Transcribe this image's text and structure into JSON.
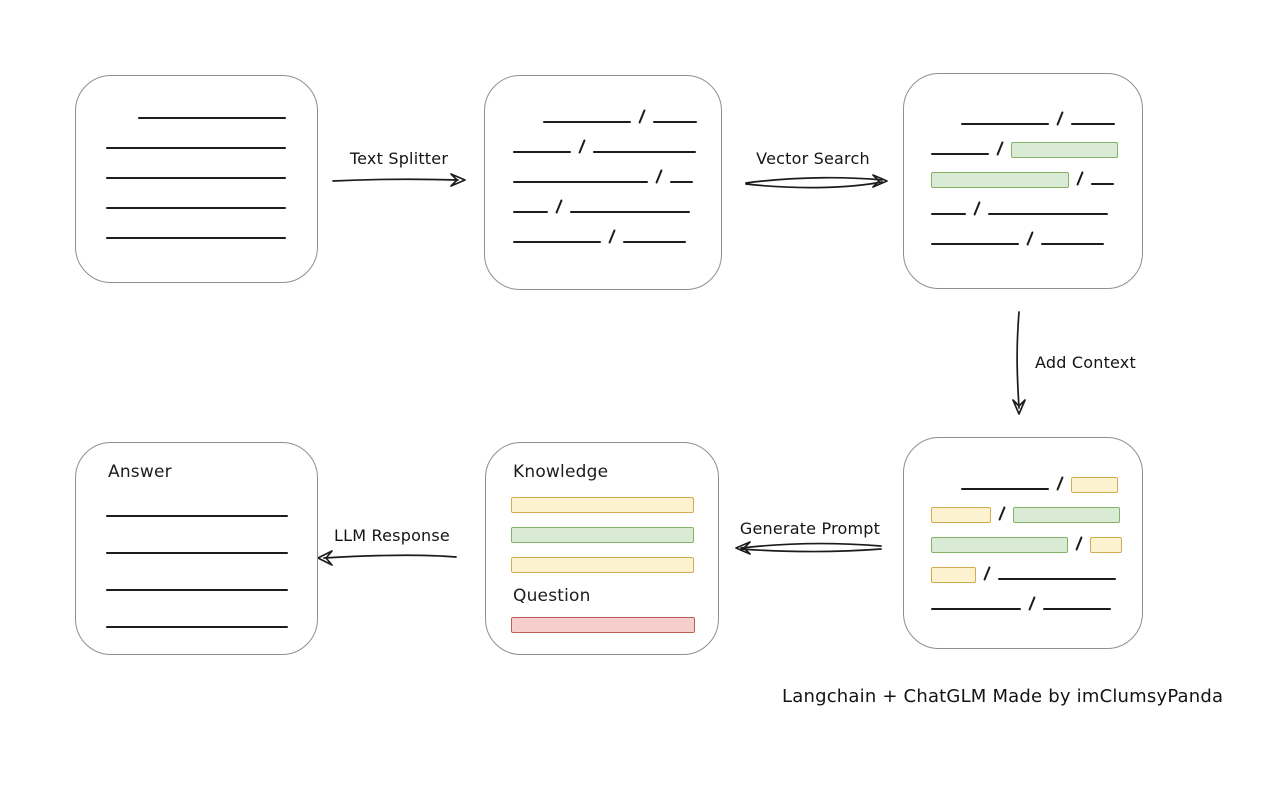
{
  "colors": {
    "ink": "#1c1c1c",
    "box_border": "#8f8f8f",
    "background": "#ffffff",
    "green_fill": "#d9ead5",
    "green_border": "#83b266",
    "yellow_fill": "#fdf2cf",
    "yellow_border": "#d2ab55",
    "red_fill": "#f6cecb",
    "red_border": "#bd5e57"
  },
  "caption": "Langchain + ChatGLM Made by imClumsyPanda",
  "arrows": {
    "text_splitter": {
      "label": "Text Splitter",
      "direction": "right"
    },
    "vector_search": {
      "label": "Vector Search",
      "direction": "right"
    },
    "add_context": {
      "label": "Add Context",
      "direction": "down"
    },
    "generate_prompt": {
      "label": "Generate Prompt",
      "direction": "left"
    },
    "llm_response": {
      "label": "LLM Response",
      "direction": "left"
    }
  },
  "boxes": {
    "document": {
      "rows": [
        {
          "indent": 32,
          "segs": [
            [
              "line",
              148
            ]
          ]
        },
        {
          "indent": 0,
          "segs": [
            [
              "line",
              180
            ]
          ]
        },
        {
          "indent": 0,
          "segs": [
            [
              "line",
              180
            ]
          ]
        },
        {
          "indent": 0,
          "segs": [
            [
              "line",
              180
            ]
          ]
        },
        {
          "indent": 0,
          "segs": [
            [
              "line",
              180
            ]
          ]
        }
      ]
    },
    "split": {
      "rows": [
        {
          "indent": 30,
          "segs": [
            [
              "line",
              88
            ],
            [
              "slash"
            ],
            [
              "line",
              44
            ]
          ]
        },
        {
          "indent": 0,
          "segs": [
            [
              "line",
              58
            ],
            [
              "slash"
            ],
            [
              "line",
              103
            ]
          ]
        },
        {
          "indent": 0,
          "segs": [
            [
              "line",
              135
            ],
            [
              "slash"
            ],
            [
              "line",
              23
            ]
          ]
        },
        {
          "indent": 0,
          "segs": [
            [
              "line",
              35
            ],
            [
              "slash"
            ],
            [
              "line",
              120
            ]
          ]
        },
        {
          "indent": 0,
          "segs": [
            [
              "line",
              88
            ],
            [
              "slash"
            ],
            [
              "line",
              63
            ]
          ]
        }
      ]
    },
    "matched": {
      "rows": [
        {
          "indent": 30,
          "segs": [
            [
              "line",
              88
            ],
            [
              "slash"
            ],
            [
              "line",
              44
            ]
          ]
        },
        {
          "indent": 0,
          "segs": [
            [
              "line",
              58
            ],
            [
              "slash"
            ],
            [
              "green",
              107
            ]
          ]
        },
        {
          "indent": 0,
          "segs": [
            [
              "green",
              138
            ],
            [
              "slash"
            ],
            [
              "line",
              23
            ]
          ]
        },
        {
          "indent": 0,
          "segs": [
            [
              "line",
              35
            ],
            [
              "slash"
            ],
            [
              "line",
              120
            ]
          ]
        },
        {
          "indent": 0,
          "segs": [
            [
              "line",
              88
            ],
            [
              "slash"
            ],
            [
              "line",
              63
            ]
          ]
        }
      ]
    },
    "context": {
      "rows": [
        {
          "indent": 30,
          "segs": [
            [
              "line",
              88
            ],
            [
              "slash"
            ],
            [
              "yellow",
              47
            ]
          ]
        },
        {
          "indent": 0,
          "segs": [
            [
              "yellow",
              60
            ],
            [
              "slash"
            ],
            [
              "green",
              107
            ]
          ]
        },
        {
          "indent": 0,
          "segs": [
            [
              "green",
              137
            ],
            [
              "slash"
            ],
            [
              "yellow",
              32
            ]
          ]
        },
        {
          "indent": 0,
          "segs": [
            [
              "yellow",
              45
            ],
            [
              "slash"
            ],
            [
              "line",
              118
            ]
          ]
        },
        {
          "indent": 0,
          "segs": [
            [
              "line",
              90
            ],
            [
              "slash"
            ],
            [
              "line",
              68
            ]
          ]
        }
      ]
    },
    "knowledge": {
      "knowledge_title": "Knowledge",
      "question_title": "Question",
      "knowledge_rows": [
        {
          "segs": [
            [
              "yellow",
              183
            ]
          ]
        },
        {
          "segs": [
            [
              "green",
              183
            ]
          ]
        },
        {
          "segs": [
            [
              "yellow",
              183
            ]
          ]
        }
      ],
      "question_rows": [
        {
          "segs": [
            [
              "red",
              184
            ]
          ]
        }
      ]
    },
    "answer": {
      "title": "Answer",
      "rows": [
        {
          "segs": [
            [
              "line",
              182
            ]
          ]
        },
        {
          "segs": [
            [
              "line",
              182
            ]
          ]
        },
        {
          "segs": [
            [
              "line",
              182
            ]
          ]
        },
        {
          "segs": [
            [
              "line",
              182
            ]
          ]
        }
      ]
    }
  }
}
